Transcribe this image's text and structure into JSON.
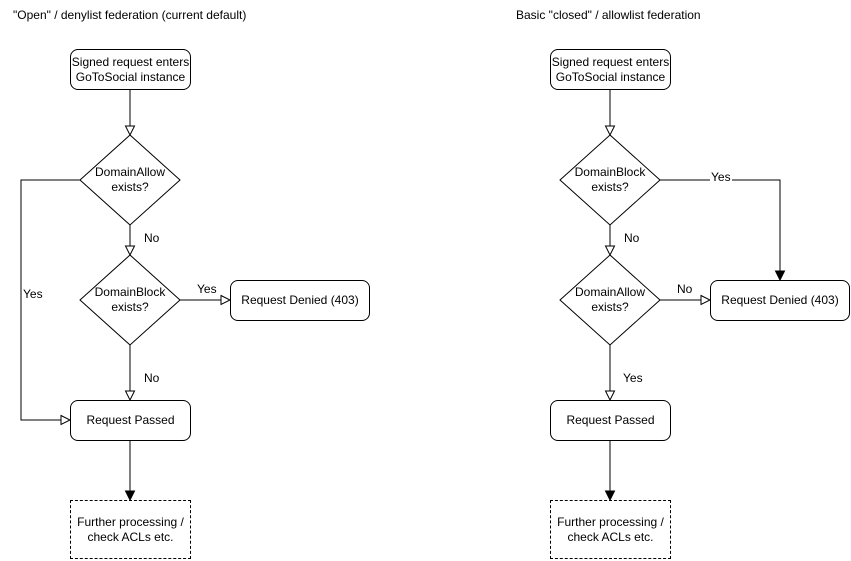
{
  "colors": {
    "stroke": "#000000",
    "fill": "#ffffff",
    "text": "#000000"
  },
  "diagrams": [
    {
      "title": "\"Open\" / denylist federation (current default)",
      "nodes": {
        "start": "Signed request enters\nGoToSocial instance",
        "decision_allow": "DomainAllow\nexists?",
        "decision_block": "DomainBlock\nexists?",
        "denied": "Request Denied (403)",
        "passed": "Request Passed",
        "further": "Further processing /\ncheck ACLs etc."
      },
      "labels": {
        "allow_no": "No",
        "allow_yes": "Yes",
        "block_yes": "Yes",
        "block_no": "No"
      }
    },
    {
      "title": "Basic \"closed\" / allowlist federation",
      "nodes": {
        "start": "Signed request enters\nGoToSocial instance",
        "decision_block": "DomainBlock\nexists?",
        "decision_allow": "DomainAllow\nexists?",
        "denied": "Request Denied (403)",
        "passed": "Request Passed",
        "further": "Further processing /\ncheck ACLs etc."
      },
      "labels": {
        "block_no": "No",
        "block_yes": "Yes",
        "allow_no": "No",
        "allow_yes": "Yes"
      }
    }
  ]
}
